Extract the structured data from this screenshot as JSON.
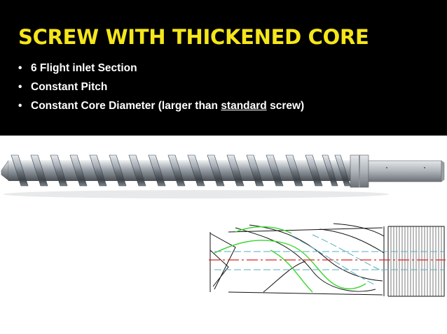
{
  "slide": {
    "title": "SCREW WITH THICKENED CORE",
    "bullets": [
      {
        "text": "6 Flight inlet Section"
      },
      {
        "text": "Constant Pitch"
      },
      {
        "pre": "Constant Core Diameter (larger than ",
        "underlined": "standard",
        "post": " screw)"
      }
    ],
    "bullet_symbol": "•"
  },
  "colors": {
    "header_bg": "#000000",
    "title": "#f5e61a",
    "bullet_text": "#ffffff",
    "flight_green": "#39d62e",
    "core_dash_blue": "#5aaec0",
    "centerline_red": "#e02020"
  },
  "images": {
    "screw_render": "screw-photo",
    "drawing": "screw-technical-drawing"
  }
}
